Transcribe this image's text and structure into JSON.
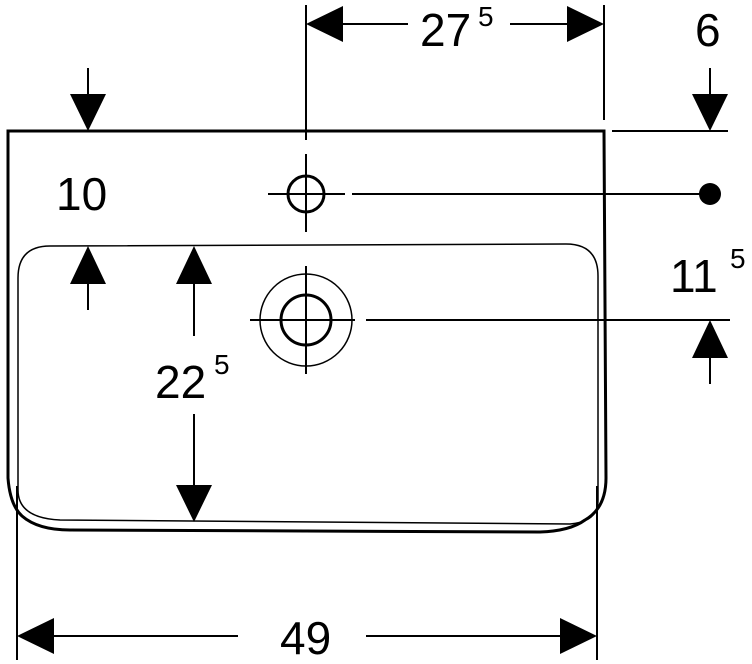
{
  "dimensions": {
    "tap_offset": {
      "main": "27",
      "sup": "5"
    },
    "side_offset": {
      "main": "6"
    },
    "tap_from_back": {
      "main": "10"
    },
    "drain_offset": {
      "main": "11",
      "sup": "5"
    },
    "bowl_depth": {
      "main": "22",
      "sup": "5"
    },
    "total_width": {
      "main": "49"
    }
  }
}
